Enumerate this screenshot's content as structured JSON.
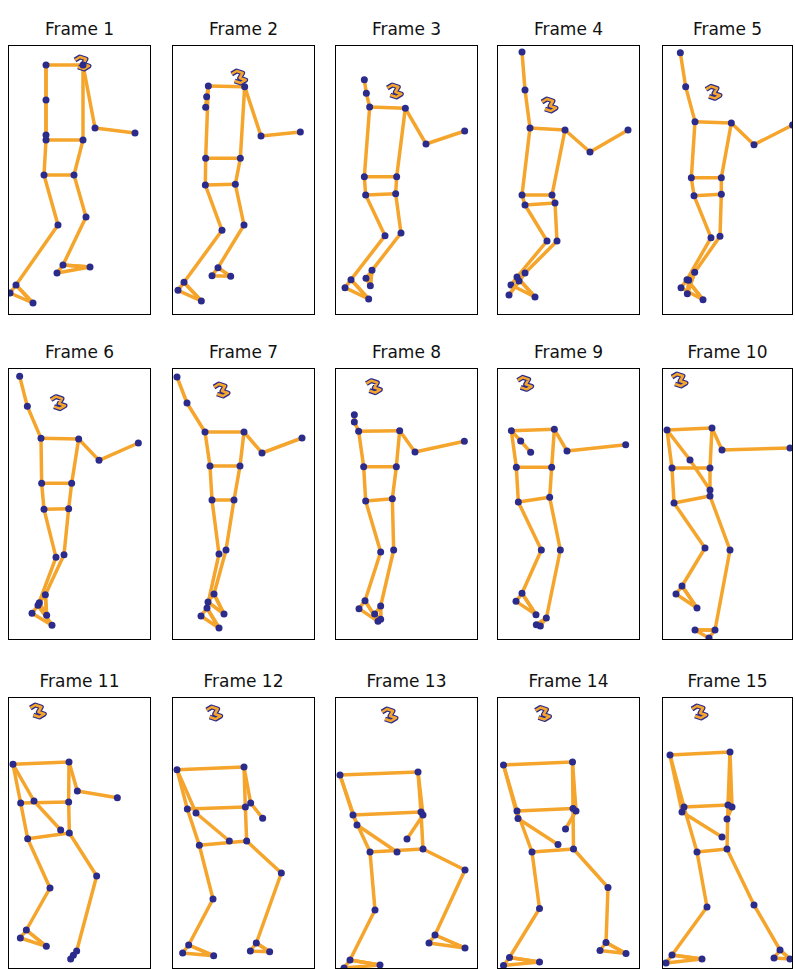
{
  "diagram": {
    "nodes": [
      {
        "text": [
          "Frame 1"
        ]
      },
      {
        "text": [
          "Frame 2"
        ]
      },
      {
        "text": [
          "Frame 3"
        ]
      },
      {
        "text": [
          "Frame 4"
        ]
      },
      {
        "text": [
          "Frame 5"
        ]
      },
      {
        "text": [
          "Frame 6"
        ]
      },
      {
        "text": [
          "Frame 7"
        ]
      },
      {
        "text": [
          "Frame 8"
        ]
      },
      {
        "text": [
          "Frame 9"
        ]
      },
      {
        "text": [
          "Frame 10"
        ]
      },
      {
        "text": [
          "Frame 11"
        ]
      },
      {
        "text": [
          "Frame 12"
        ]
      },
      {
        "text": [
          "Frame 13"
        ]
      },
      {
        "text": [
          "Frame 14"
        ]
      },
      {
        "text": [
          "Frame 15"
        ]
      }
    ]
  }
}
